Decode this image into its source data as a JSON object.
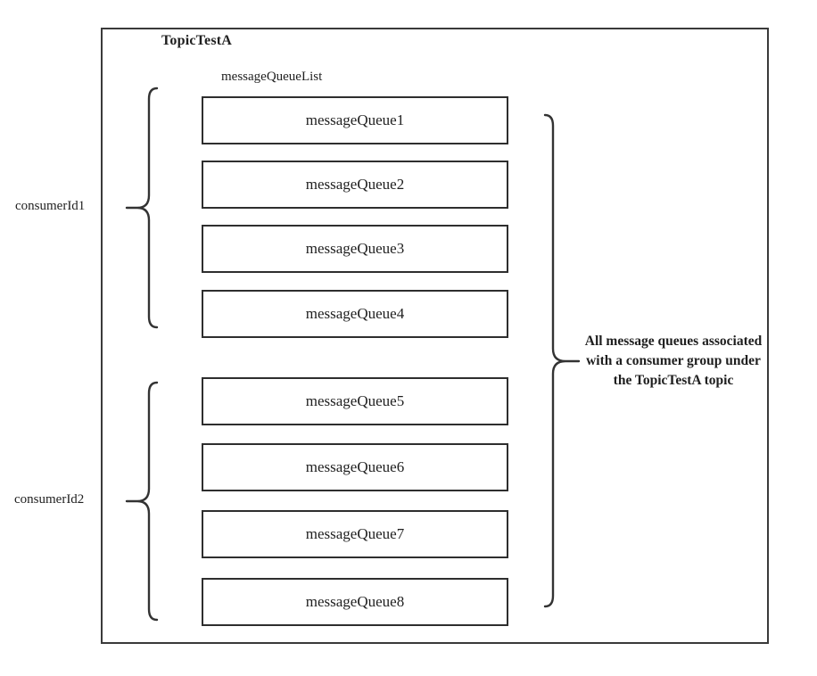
{
  "diagram": {
    "topic_label": "TopicTestA",
    "queue_list_label": "messageQueueList",
    "queues": [
      "messageQueue1",
      "messageQueue2",
      "messageQueue3",
      "messageQueue4",
      "messageQueue5",
      "messageQueue6",
      "messageQueue7",
      "messageQueue8"
    ],
    "consumers": [
      {
        "label": "consumerId1",
        "assigned_queues": [
          "messageQueue1",
          "messageQueue2",
          "messageQueue3",
          "messageQueue4"
        ]
      },
      {
        "label": "consumerId2",
        "assigned_queues": [
          "messageQueue5",
          "messageQueue6",
          "messageQueue7",
          "messageQueue8"
        ]
      }
    ],
    "annotation": {
      "lines": [
        "All message queues associated",
        "with a consumer group under",
        "the TopicTestA topic"
      ]
    },
    "colors": {
      "stroke": "#333333",
      "text": "#1f1f1f",
      "background": "#ffffff"
    }
  }
}
